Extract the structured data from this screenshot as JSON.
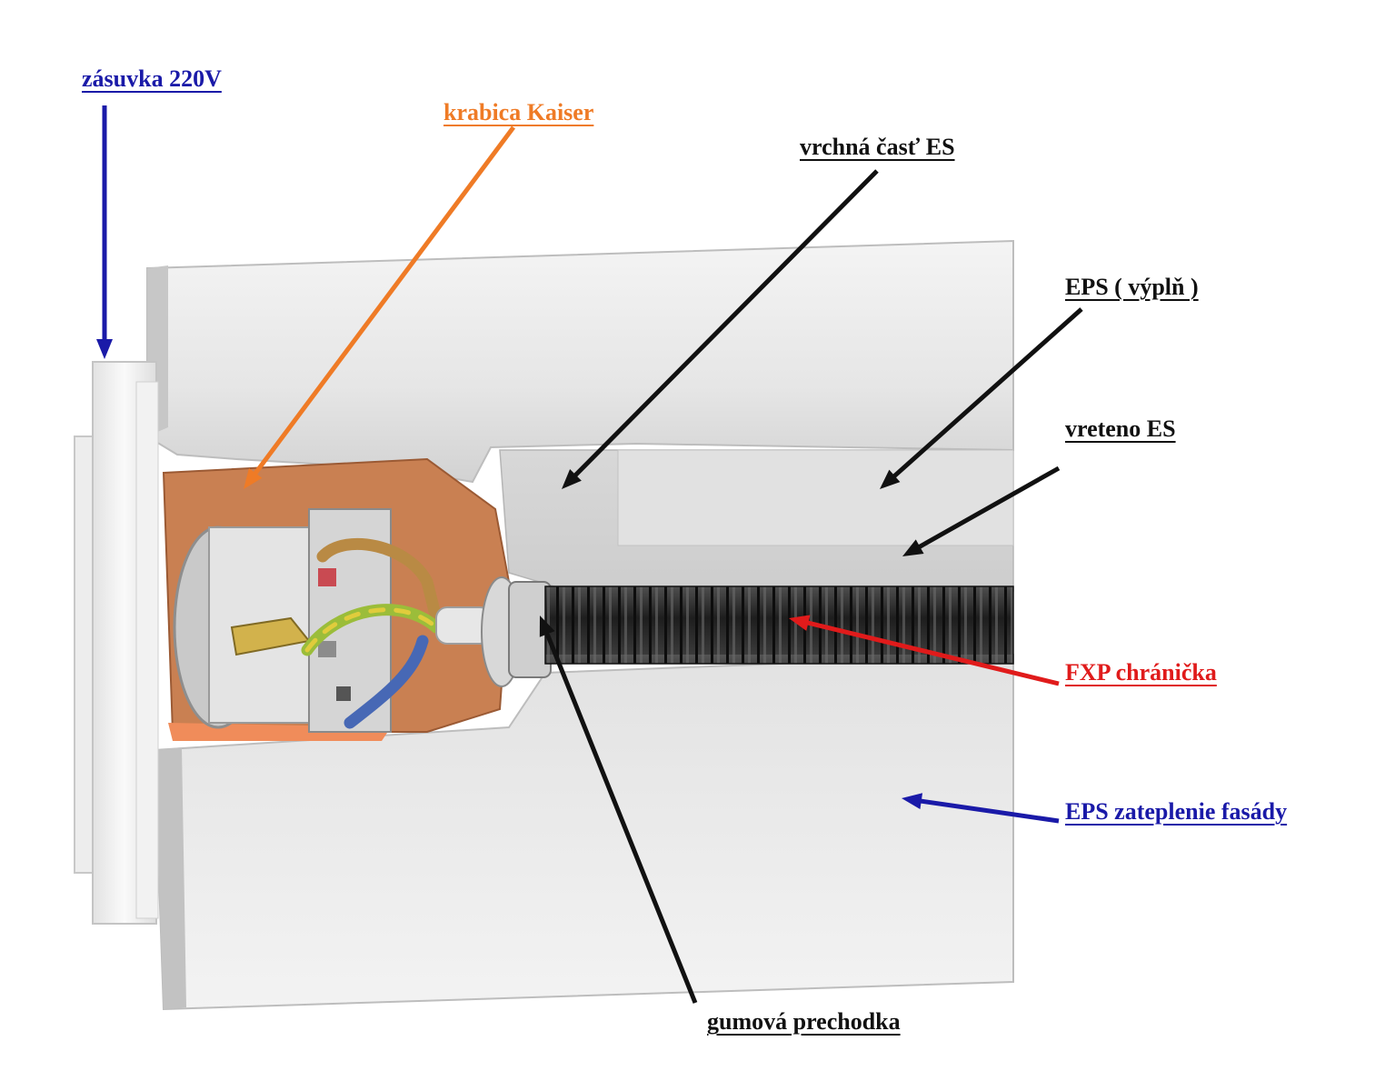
{
  "labels": {
    "zasuvka": "zásuvka 220V",
    "krabica": "krabica Kaiser",
    "vrchna": "vrchná časť ES",
    "eps_vypln": "EPS ( výplň )",
    "vreteno": "vreteno ES",
    "fxp": "FXP chránička",
    "eps_fasada": "EPS zateplenie fasády",
    "gumova": "gumová prechodka"
  },
  "colors": {
    "blue": "#1a1aa8",
    "orange": "#ef7b26",
    "black": "#111111",
    "red": "#e01b1b",
    "eps": "#e6e6e6",
    "box": "#c8794b",
    "conduit": "#2f2f2f"
  }
}
